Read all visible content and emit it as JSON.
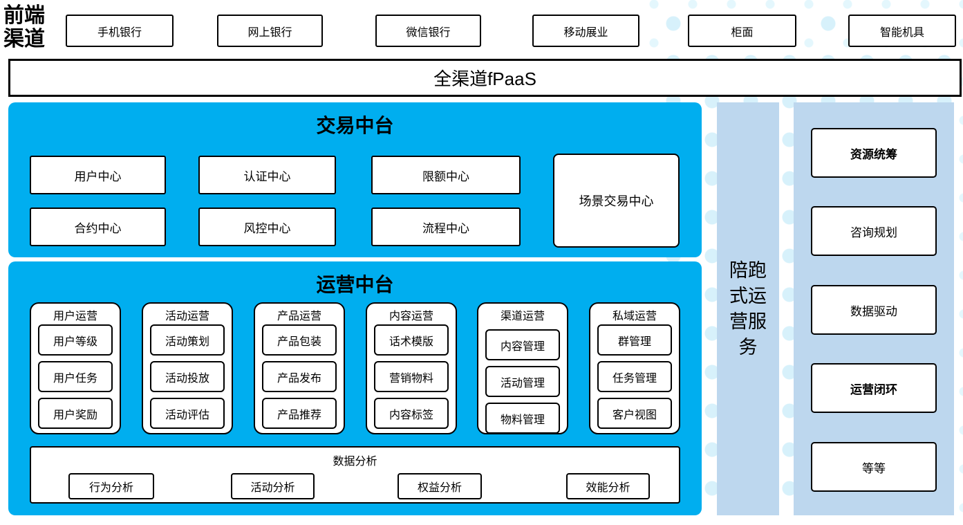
{
  "front_channels": {
    "label": "前端渠道",
    "items": [
      "手机银行",
      "网上银行",
      "微信银行",
      "移动展业",
      "柜面",
      "智能机具"
    ]
  },
  "fpaas_bar": {
    "label": "全渠道fPaaS"
  },
  "transaction_platform": {
    "title": "交易中台",
    "centers": [
      "用户中心",
      "认证中心",
      "限额中心",
      "合约中心",
      "风控中心",
      "流程中心"
    ],
    "scene_center": "场景交易中心"
  },
  "operation_platform": {
    "title": "运营中台",
    "groups": [
      {
        "title": "用户运营",
        "items": [
          "用户等级",
          "用户任务",
          "用户奖励"
        ]
      },
      {
        "title": "活动运营",
        "items": [
          "活动策划",
          "活动投放",
          "活动评估"
        ]
      },
      {
        "title": "产品运营",
        "items": [
          "产品包装",
          "产品发布",
          "产品推荐"
        ]
      },
      {
        "title": "内容运营",
        "items": [
          "话术模版",
          "营销物料",
          "内容标签"
        ]
      },
      {
        "title": "渠道运营",
        "items": [
          "内容管理",
          "活动管理",
          "物料管理"
        ]
      },
      {
        "title": "私域运营",
        "items": [
          "群管理",
          "任务管理",
          "客户视图"
        ]
      }
    ],
    "data_analysis": {
      "title": "数据分析",
      "items": [
        "行为分析",
        "活动分析",
        "权益分析",
        "效能分析"
      ]
    }
  },
  "side_bar": {
    "label": "陪跑式运营服务"
  },
  "right_panel": {
    "items": [
      {
        "label": "资源统筹",
        "bold": true
      },
      {
        "label": "咨询规划",
        "bold": false
      },
      {
        "label": "数据驱动",
        "bold": false
      },
      {
        "label": "运营闭环",
        "bold": true
      },
      {
        "label": "等等",
        "bold": false
      }
    ]
  },
  "colors": {
    "primary_blue": "#00AEEF",
    "light_blue": "#BDD7EE",
    "dot_color": "#D7F1FB"
  }
}
